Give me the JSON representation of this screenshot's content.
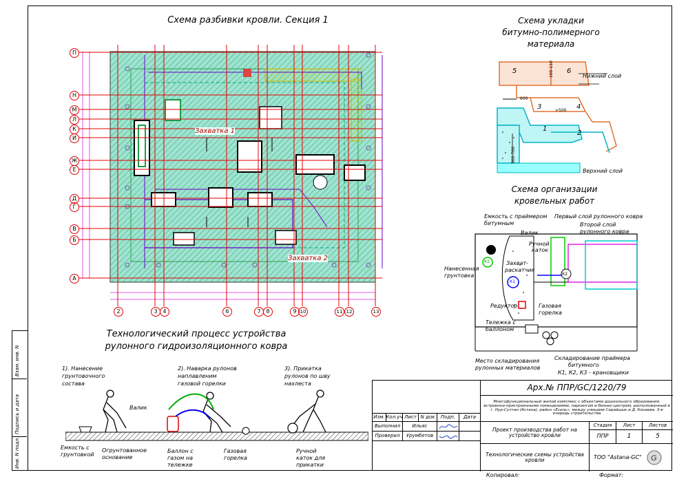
{
  "plan": {
    "title": "Схема разбивки кровли. Секция 1",
    "row_axes": [
      "П",
      "Н",
      "М",
      "Л",
      "К",
      "И",
      "Ж",
      "Е",
      "Д",
      "Г",
      "В",
      "Б",
      "А"
    ],
    "col_axes": [
      "2",
      "3",
      "4",
      "6",
      "7",
      "8",
      "9",
      "10",
      "11",
      "12",
      "13"
    ],
    "zone1": "Захватка 1",
    "zone2": "Захватка 2"
  },
  "layering": {
    "title_line1": "Схема укладки",
    "title_line2": "битумно-полимерного",
    "title_line3": "материала",
    "nums": [
      "5",
      "6",
      "3",
      "4",
      "1",
      "2"
    ],
    "lower_layer": "Нижний слой",
    "upper_layer": "Верхний слой",
    "dims": [
      "600",
      "100-110",
      ">500",
      "300-700"
    ]
  },
  "org": {
    "title_line1": "Схема организации",
    "title_line2": "кровельных работ",
    "primer_tank_1": "Емкость с праймером",
    "primer_tank_2": "битумным",
    "roller": "Валик",
    "first_layer": "Первый слой рулонного ковра",
    "second_layer_1": "Второй слой",
    "second_layer_2": "рулонного ковра",
    "hand_roller_1": "Ручной",
    "hand_roller_2": "каток",
    "gripper_1": "Захват-",
    "gripper_2": "раскатчик",
    "primed_1": "Нанесенная",
    "primed_2": "грунтовка",
    "reducer": "Редуктор",
    "burner_1": "Газовая",
    "burner_2": "горелка",
    "cart_1": "Тележка с",
    "cart_2": "баллоном",
    "storage_roll_1": "Место складирования",
    "storage_roll_2": "рулонных материалов",
    "storage_primer_1": "Складирование праймера",
    "storage_primer_2": "битумного",
    "cranes": "К1, К2, К3 - крановщики",
    "k1": "К1",
    "k2": "К2",
    "k3": "К3"
  },
  "process": {
    "title_line1": "Технологический процесс устройства",
    "title_line2": "рулонного гидроизоляционного ковра",
    "step1_1": "1). Нанесение",
    "step1_2": "грунтовочного",
    "step1_3": "состава",
    "step2_1": "2). Наварка рулонов",
    "step2_2": "наплавленим",
    "step2_3": "газовой горелки",
    "step3_1": "3). Прикатка",
    "step3_2": "рулонов по шву",
    "step3_3": "нахлеста",
    "valik": "Валик",
    "tank1": "Емкость с",
    "tank2": "грунтовкой",
    "base1": "Огрунтованное",
    "base2": "основание",
    "cyl1": "Баллон с",
    "cyl2": "газом на",
    "cyl3": "тележке",
    "burn1": "Газовая",
    "burn2": "горелка",
    "hr1": "Ручной",
    "hr2": "каток для",
    "hr3": "прикатки"
  },
  "side": {
    "inv_orig": "Инв. N подл.",
    "sign_date": "Подпись и дата",
    "inv_dup": "Взам. инв. N"
  },
  "title_block": {
    "doc_code": "Арх.№ ППР/GC/1220/79",
    "description": "Многофункциональный жилой комплекс с объектами дошкольного образования, встроенно-пристроенными помещениями, паркингом и бизнес-центром, расположенный в г. Нур-Султан (Астана), район «Есиль», между улицами Сарайшык и Д. Конаева. 3-я очередь строительства",
    "h_izm": "Изм.",
    "h_kol": "Кол.уч",
    "h_list": "Лист",
    "h_ndok": "N док",
    "h_podp": "Подп.",
    "h_data": "Дата",
    "performed": "Выполнил",
    "performer": "Ильяс",
    "checked": "Проверил",
    "checker": "Урумбетов",
    "project": "Проект производства работ на устройство кровли",
    "stage_h": "Стадия",
    "sheet_h": "Лист",
    "sheets_h": "Листов",
    "stage": "ППР",
    "sheet": "1",
    "sheets": "5",
    "drawing": "Технологические схемы устройства кровли",
    "company": "ТОО \"Astana-GC\"",
    "copied": "Копировал:",
    "format": "Формат:"
  }
}
